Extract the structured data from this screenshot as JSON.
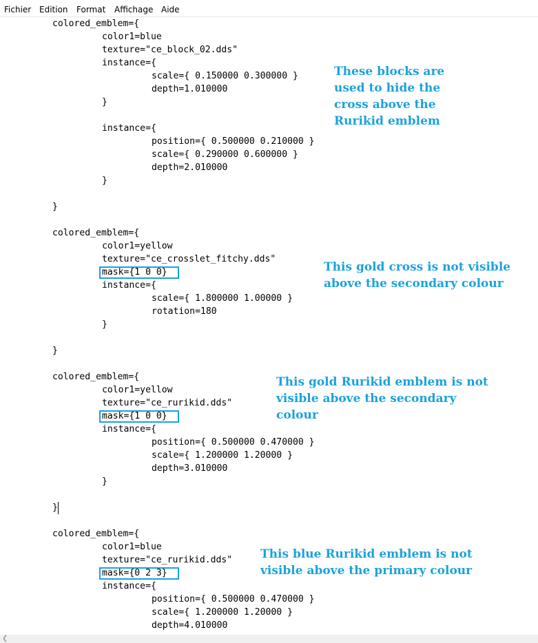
{
  "menu": {
    "items": [
      "Fichier",
      "Edition",
      "Format",
      "Affichage",
      "Aide"
    ]
  },
  "code": {
    "lines": [
      "colored_emblem={",
      "\tcolor1=blue",
      "\ttexture=\"ce_block_02.dds\"",
      "\tinstance={",
      "\t\tscale={ 0.150000 0.300000 }",
      "\t\tdepth=1.010000",
      "\t}",
      "",
      "\tinstance={",
      "\t\tposition={ 0.500000 0.210000 }",
      "\t\tscale={ 0.290000 0.600000 }",
      "\t\tdepth=2.010000",
      "\t}",
      "",
      "}",
      "",
      "colored_emblem={",
      "\tcolor1=yellow",
      "\ttexture=\"ce_crosslet_fitchy.dds\"",
      "\tmask={1 0 0}",
      "\tinstance={",
      "\t\tscale={ 1.800000 1.00000 }",
      "\t\trotation=180",
      "\t}",
      "",
      "}",
      "",
      "colored_emblem={",
      "\tcolor1=yellow",
      "\ttexture=\"ce_rurikid.dds\"",
      "\tmask={1 0 0}",
      "\tinstance={",
      "\t\tposition={ 0.500000 0.470000 }",
      "\t\tscale={ 1.200000 1.20000 }",
      "\t\tdepth=3.010000",
      "\t}",
      "",
      "}",
      "",
      "colored_emblem={",
      "\tcolor1=blue",
      "\ttexture=\"ce_rurikid.dds\"",
      "\tmask={0 2 3}",
      "\tinstance={",
      "\t\tposition={ 0.500000 0.470000 }",
      "\t\tscale={ 1.200000 1.20000 }",
      "\t\tdepth=4.010000"
    ],
    "highlighted_lines": [
      19,
      30,
      42
    ]
  },
  "annotations": [
    "These blocks are\nused to hide the\ncross above the\nRurikid emblem",
    "This gold cross is not visible\nabove the secondary colour",
    "This gold Rurikid emblem is not\nvisible above the secondary\ncolour",
    "This blue Rurikid emblem is not\nvisible above the primary colour"
  ],
  "colors": {
    "annotation": "#1ba2dc",
    "highlight_box": "#1aa0e0",
    "text": "#000000",
    "background": "#ffffff"
  },
  "scrollbar": {
    "left_arrow_icon": "chevron-left-icon"
  }
}
